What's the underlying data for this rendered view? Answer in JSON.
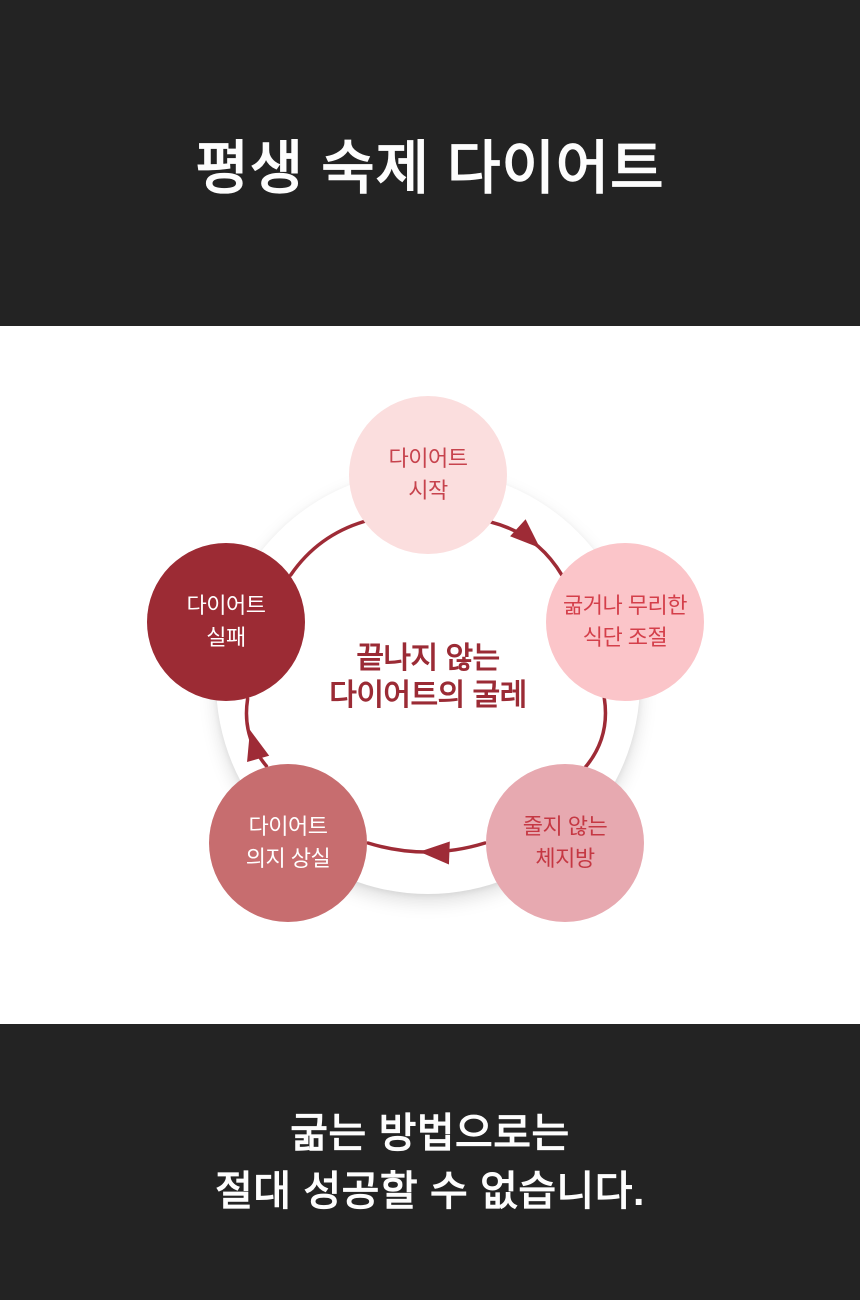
{
  "header": {
    "title": "평생 숙제 다이어트",
    "bg": "#232323",
    "fg": "#fdfdfd"
  },
  "diagram": {
    "center_line1": "끝나지 않는",
    "center_line2": "다이어트의 굴레",
    "center_color": "#9b2b35",
    "arrow_color": "#9e2b36",
    "ring_bg": "#ffffff",
    "nodes": [
      {
        "id": "diet-start",
        "line1": "다이어트",
        "line2": "시작",
        "bg": "#fbdede",
        "fg": "#c7434d"
      },
      {
        "id": "harsh-diet",
        "line1": "굶거나 무리한",
        "line2": "식단 조절",
        "bg": "#fbc5c9",
        "fg": "#d43f4a"
      },
      {
        "id": "stubborn-fat",
        "line1": "줄지 않는",
        "line2": "체지방",
        "bg": "#e7a9b0",
        "fg": "#c53843"
      },
      {
        "id": "lost-willpower",
        "line1": "다이어트",
        "line2": "의지 상실",
        "bg": "#c76d6f",
        "fg": "#ffffff"
      },
      {
        "id": "diet-failure",
        "line1": "다이어트",
        "line2": "실패",
        "bg": "#9c2b34",
        "fg": "#ffffff"
      }
    ]
  },
  "footer": {
    "line1": "굶는 방법으로는",
    "line2": "절대 성공할 수 없습니다.",
    "bg": "#232323",
    "fg": "#fdfdfd"
  }
}
